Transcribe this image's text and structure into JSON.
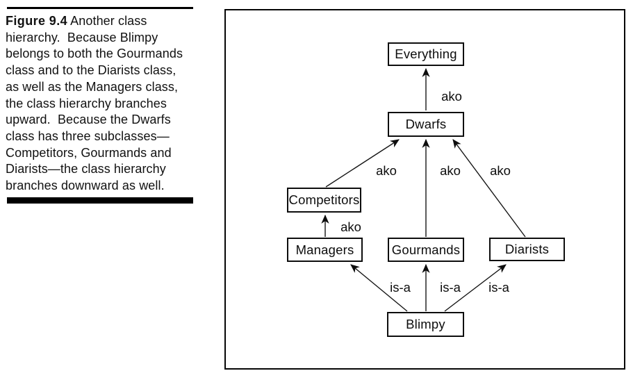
{
  "caption": {
    "figure_label": "Figure 9.4",
    "first_line_rest": " Another class",
    "lines": [
      "hierarchy.  Because Blimpy",
      "belongs to both the Gourmands",
      "class and to the Diarists class,",
      "as well as the Managers class,",
      "the class hierarchy branches",
      "upward.  Because the Dwarfs",
      "class has three subclasses—",
      "Competitors, Gourmands and",
      "Diarists—the class hierarchy",
      "branches downward as well."
    ]
  },
  "diagram": {
    "nodes": [
      {
        "id": "everything",
        "label": "Everything"
      },
      {
        "id": "dwarfs",
        "label": "Dwarfs"
      },
      {
        "id": "competitors",
        "label": "Competitors"
      },
      {
        "id": "managers",
        "label": "Managers"
      },
      {
        "id": "gourmands",
        "label": "Gourmands"
      },
      {
        "id": "diarists",
        "label": "Diarists"
      },
      {
        "id": "blimpy",
        "label": "Blimpy"
      }
    ],
    "edges": [
      {
        "from": "dwarfs",
        "to": "everything",
        "label": "ako"
      },
      {
        "from": "competitors",
        "to": "dwarfs",
        "label": "ako"
      },
      {
        "from": "gourmands",
        "to": "dwarfs",
        "label": "ako"
      },
      {
        "from": "diarists",
        "to": "dwarfs",
        "label": "ako"
      },
      {
        "from": "managers",
        "to": "competitors",
        "label": "ako"
      },
      {
        "from": "blimpy",
        "to": "managers",
        "label": "is-a"
      },
      {
        "from": "blimpy",
        "to": "gourmands",
        "label": "is-a"
      },
      {
        "from": "blimpy",
        "to": "diarists",
        "label": "is-a"
      }
    ]
  },
  "colors": {
    "background": "#ffffff",
    "ink": "#111111"
  }
}
